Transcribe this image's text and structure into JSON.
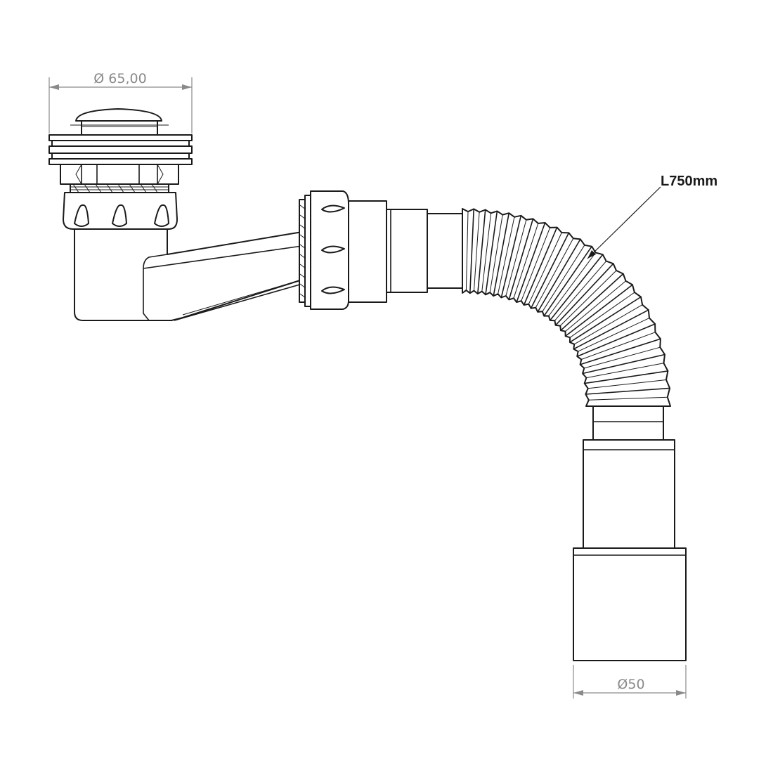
{
  "dimensions": {
    "top_diameter": "Ø 65,00",
    "bottom_diameter": "Ø50",
    "hose_length": "L750mm"
  },
  "colors": {
    "outline": "#1a1a1a",
    "dimension": "#8a8a8a",
    "background": "#ffffff"
  }
}
